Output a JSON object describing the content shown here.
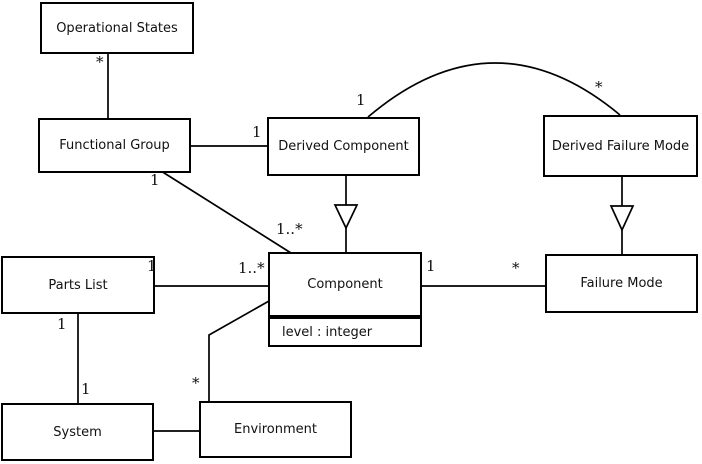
{
  "classes": {
    "operational_states": {
      "name": "Operational States"
    },
    "functional_group": {
      "name": "Functional Group"
    },
    "derived_component": {
      "name": "Derived Component"
    },
    "derived_failure_mode": {
      "name": "Derived Failure Mode"
    },
    "parts_list": {
      "name": "Parts List"
    },
    "component": {
      "name": "Component",
      "attribute": "level : integer"
    },
    "failure_mode": {
      "name": "Failure Mode"
    },
    "system": {
      "name": "System"
    },
    "environment": {
      "name": "Environment"
    }
  },
  "multiplicities": {
    "os_fg_star": "*",
    "fg_dc_one": "1",
    "fg_comp_group_end": "1",
    "fg_comp_comp_end": "1..*",
    "pl_comp_list_end": "1",
    "pl_comp_comp_end": "1..*",
    "pl_sys_list_end": "1",
    "pl_sys_system_end": "1",
    "comp_env_star": "*",
    "comp_fm_one": "1",
    "comp_fm_star": "*",
    "arc_dc_end_one": "1",
    "arc_dfm_end_star": "*"
  },
  "colors": {
    "stroke": "#000000",
    "background": "#ffffff",
    "text": "#111111"
  }
}
